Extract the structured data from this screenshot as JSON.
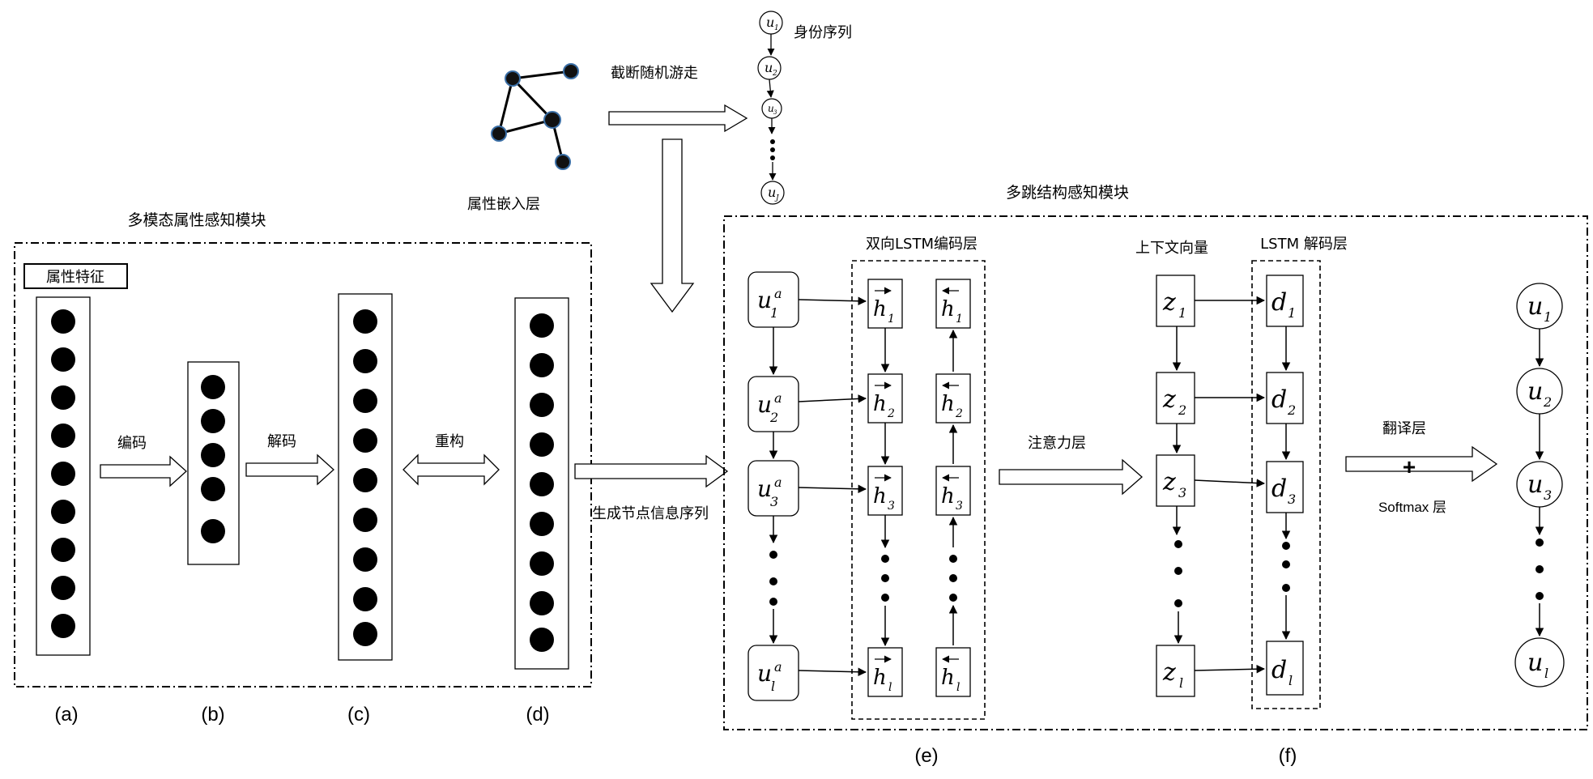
{
  "labels": {
    "identity_sequence": "身份序列",
    "truncated_random_walk": "截断随机游走",
    "attribute_embedding_layer": "属性嵌入层",
    "multimodal_module": "多模态属性感知模块",
    "multihop_module": "多跳结构感知模块",
    "attribute_feature": "属性特征",
    "encode": "编码",
    "decode": "解码",
    "reconstruct": "重构",
    "generate_sequence": "生成节点信息序列",
    "bilstm_encoder": "双向LSTM编码层",
    "context_vector": "上下文向量",
    "lstm_decoder": "LSTM 解码层",
    "attention_layer": "注意力层",
    "translation_layer": "翻译层",
    "plus": "+",
    "softmax_layer": "Softmax 层"
  },
  "panels": [
    "(a)",
    "(b)",
    "(c)",
    "(d)",
    "(e)",
    "(f)"
  ],
  "walk_nodes": [
    "u1",
    "u2",
    "u3",
    "uJ"
  ],
  "input_nodes": [
    "u1a",
    "u2a",
    "u3a",
    "ula"
  ],
  "forward_states": [
    "h1",
    "h2",
    "h3",
    "hl"
  ],
  "backward_states": [
    "h1",
    "h2",
    "h3",
    "hl"
  ],
  "context_nodes": [
    "z1",
    "z2",
    "z3",
    "zl"
  ],
  "decoder_nodes": [
    "d1",
    "d2",
    "d3",
    "dl"
  ],
  "output_nodes": [
    "u1",
    "u2",
    "u3",
    "ul"
  ]
}
